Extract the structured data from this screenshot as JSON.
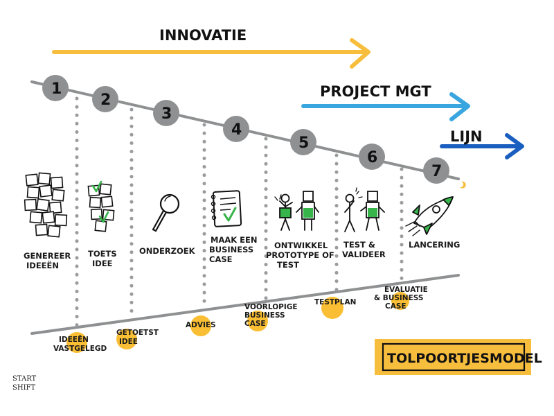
{
  "arrows": {
    "innovation": {
      "label": "INNOVATIE",
      "color": "#F7BE3E"
    },
    "project": {
      "label": "PROJECT MGT",
      "color": "#3AA6E0"
    },
    "lijn": {
      "label": "LIJN",
      "color": "#1A5FBF"
    }
  },
  "steps": [
    {
      "number": "1",
      "lines": [
        "GENEREER",
        "IDEEËN"
      ],
      "icon": "sticky-notes-icon"
    },
    {
      "number": "2",
      "lines": [
        "TOETS",
        "IDEE"
      ],
      "icon": "checked-notes-icon"
    },
    {
      "number": "3",
      "lines": [
        "ONDERZOEK"
      ],
      "icon": "magnifier-icon"
    },
    {
      "number": "4",
      "lines": [
        "MAAK EEN",
        "BUSINESS",
        "CASE"
      ],
      "icon": "notebook-icon"
    },
    {
      "number": "5",
      "lines": [
        "ONTWIKKEL",
        "PROTOTYPE OF",
        "TEST"
      ],
      "icon": "robot-prototype-icon"
    },
    {
      "number": "6",
      "lines": [
        "TEST &",
        "VALIDEER"
      ],
      "icon": "testers-icon"
    },
    {
      "number": "7",
      "lines": [
        "LANCERING"
      ],
      "icon": "rocket-icon"
    }
  ],
  "gates": [
    {
      "lines": [
        "IDEEËN",
        "VASTGELEGD"
      ]
    },
    {
      "lines": [
        "GETOETST",
        "IDEE"
      ]
    },
    {
      "lines": [
        "ADVIES"
      ]
    },
    {
      "lines": [
        "VOORLOPIGE",
        "BUSINESS",
        "CASE"
      ]
    },
    {
      "lines": [
        "TESTPLAN"
      ]
    },
    {
      "lines": [
        "EVALUATIE",
        "& BUSINESS",
        "CASE"
      ]
    }
  ],
  "title": "TOLPOORTJESMODEL",
  "signature": [
    "START",
    "SHIFT"
  ],
  "colors": {
    "gate_dot": "#F9BE33",
    "step_circle": "#8E9091",
    "line": "#8E9091",
    "green": "#37B44A",
    "title_bg": "#F7BE3E"
  }
}
